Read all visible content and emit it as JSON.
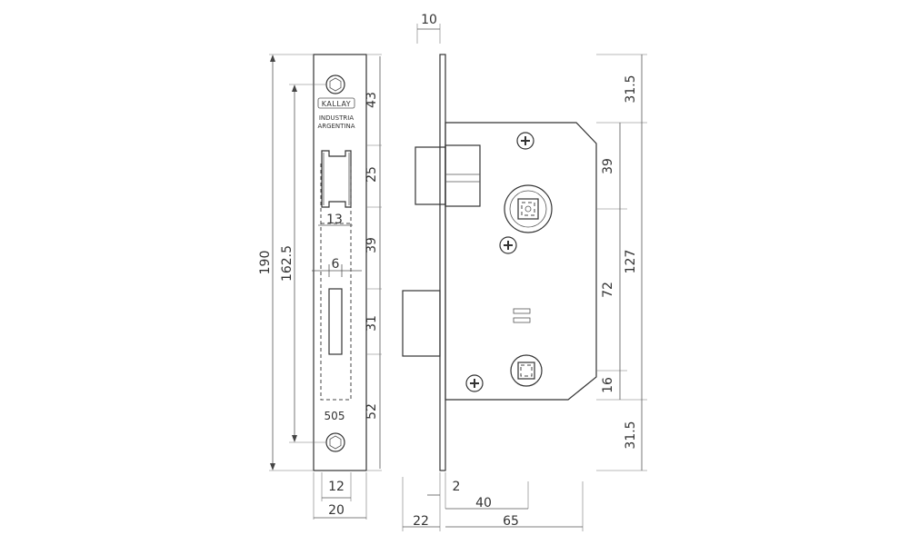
{
  "faceplate": {
    "brand": "KALLAY",
    "origin_line1": "INDUSTRIA",
    "origin_line2": "ARGENTINA",
    "model": "505"
  },
  "dimensions": {
    "total_height": "190",
    "inner_height": "162.5",
    "seg_top": "43",
    "seg_latch": "25",
    "seg_mid": "39",
    "seg_bolt": "31",
    "seg_bottom": "52",
    "latch_width": "13",
    "bolt_width": "6",
    "face_inner_width": "12",
    "face_width": "20",
    "bolt_thickness": "10",
    "plate_thickness": "2",
    "backset": "40",
    "bolt_throw": "22",
    "body_depth": "65",
    "right_top": "31.5",
    "right_upper": "39",
    "right_center": "72",
    "right_lower": "16",
    "right_bottom": "31.5",
    "body_height": "127"
  }
}
